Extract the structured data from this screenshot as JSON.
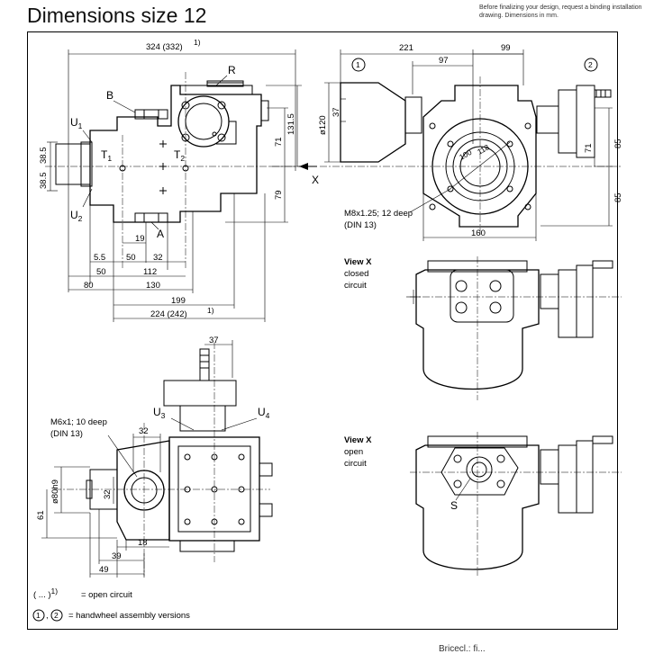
{
  "page": {
    "title": "Dimensions size 12",
    "note": "Before finalizing your design, request a binding installation drawing. Dimensions in mm.",
    "footer": "Bricecl.: fi..."
  },
  "labels": {
    "top_width": "324 (332)",
    "sup1": "1)",
    "R": "R",
    "B": "B",
    "A": "A",
    "X": "X",
    "S": "S",
    "U1": "U",
    "U1_sub": "1",
    "U2": "U",
    "U2_sub": "2",
    "U3": "U",
    "U3_sub": "3",
    "U4": "U",
    "U4_sub": "4",
    "T1": "T",
    "T1_sub": "1",
    "T2": "T",
    "T2_sub": "2",
    "d_131_5": "131.5",
    "d_71a": "71",
    "d_79": "79",
    "d_38_5a": "38.5",
    "d_38_5b": "38.5",
    "d_19": "19",
    "d_5_5": "5.5",
    "d_50a": "50",
    "d_32a": "32",
    "d_50b": "50",
    "d_112": "112",
    "d_80": "80",
    "d_130": "130",
    "d_199": "199",
    "d_224": "224 (242)",
    "d_221": "221",
    "d_99": "99",
    "d_97": "97",
    "d_37a": "37",
    "d_120": "ø120",
    "d_71b": "71",
    "d_85a": "85",
    "d_85b": "85",
    "d_160": "160",
    "hw1": "1",
    "hw2": "2",
    "m8_line1": "M8x1.25; 12 deep",
    "m8_line2": "(DIN 13)",
    "viewx1": "View X",
    "viewx1_a": "closed",
    "viewx1_b": "circuit",
    "viewx2": "View X",
    "viewx2_a": "open",
    "viewx2_b": "circuit",
    "d_37b": "37",
    "d_32b": "32",
    "d_32c": "32",
    "m6_line1": "M6x1; 10 deep",
    "m6_line2": "(DIN 13)",
    "d_80h9": "ø80h9",
    "d_61": "61",
    "d_18": "18",
    "d_39": "39",
    "d_49": "49",
    "gauge_a": "100",
    "gauge_b": "118"
  },
  "legend": {
    "open_prefix": "( ... )",
    "open_sup": "1)",
    "open_text": "= open circuit",
    "hw_text": "= handwheel assembly versions",
    "hw_a": "1",
    "hw_b": "2",
    "hw_sep": ","
  }
}
